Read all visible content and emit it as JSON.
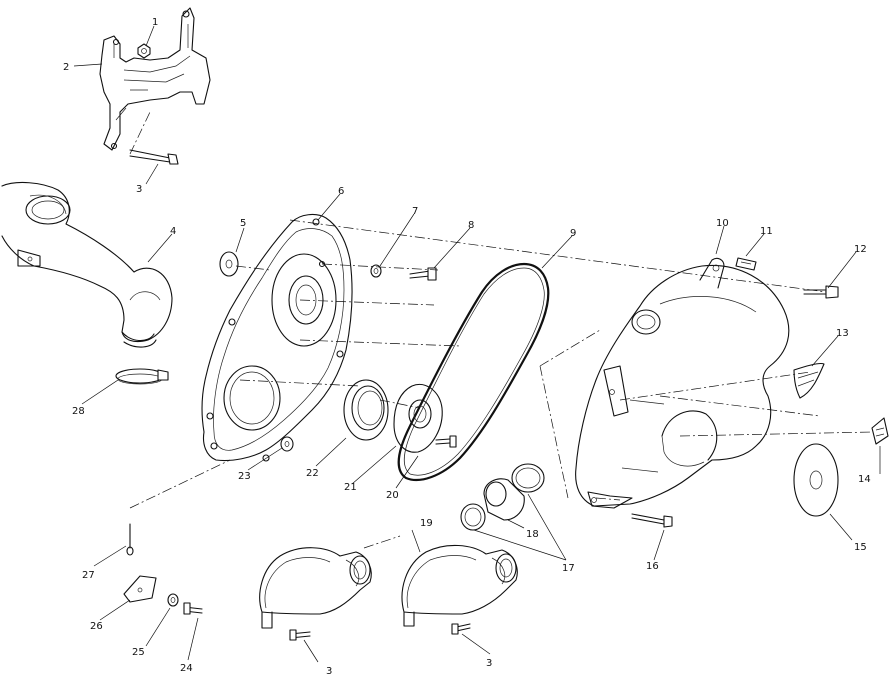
{
  "callouts": [
    {
      "id": "c1",
      "text": "1"
    },
    {
      "id": "c2",
      "text": "2"
    },
    {
      "id": "c3a",
      "text": "3"
    },
    {
      "id": "c4",
      "text": "4"
    },
    {
      "id": "c5",
      "text": "5"
    },
    {
      "id": "c6",
      "text": "6"
    },
    {
      "id": "c7",
      "text": "7"
    },
    {
      "id": "c8",
      "text": "8"
    },
    {
      "id": "c9",
      "text": "9"
    },
    {
      "id": "c10",
      "text": "10"
    },
    {
      "id": "c11",
      "text": "11"
    },
    {
      "id": "c12",
      "text": "12"
    },
    {
      "id": "c13",
      "text": "13"
    },
    {
      "id": "c14",
      "text": "14"
    },
    {
      "id": "c15",
      "text": "15"
    },
    {
      "id": "c16",
      "text": "16"
    },
    {
      "id": "c17",
      "text": "17"
    },
    {
      "id": "c18",
      "text": "18"
    },
    {
      "id": "c19",
      "text": "19"
    },
    {
      "id": "c20",
      "text": "20"
    },
    {
      "id": "c21",
      "text": "21"
    },
    {
      "id": "c22",
      "text": "22"
    },
    {
      "id": "c23",
      "text": "23"
    },
    {
      "id": "c24",
      "text": "24"
    },
    {
      "id": "c25",
      "text": "25"
    },
    {
      "id": "c26",
      "text": "26"
    },
    {
      "id": "c27",
      "text": "27"
    },
    {
      "id": "c28",
      "text": "28"
    },
    {
      "id": "c3b",
      "text": "3"
    },
    {
      "id": "c3c",
      "text": "3"
    }
  ]
}
